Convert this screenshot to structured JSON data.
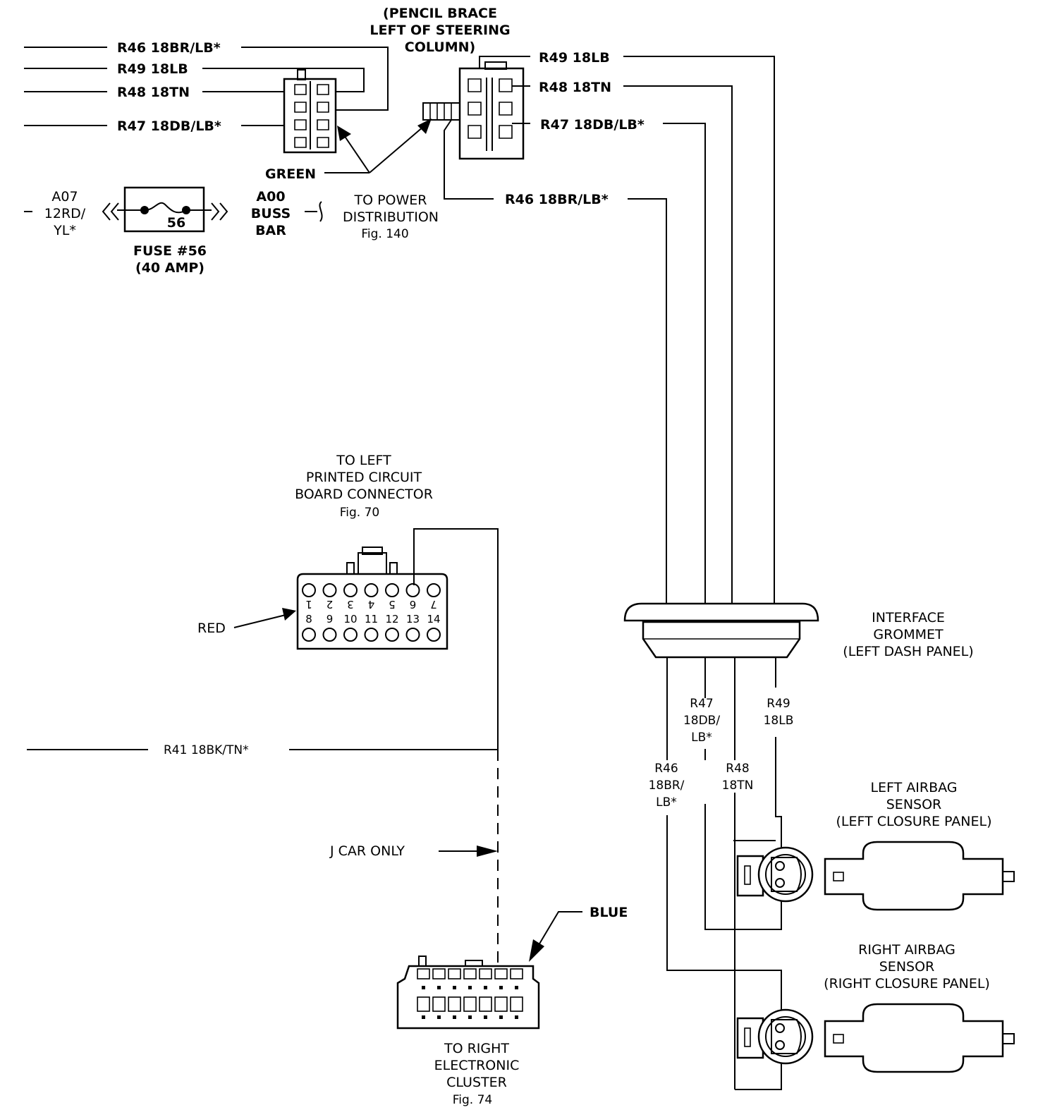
{
  "top_left_wires": {
    "r46": "R46 18BR/LB*",
    "r49": "R49 18LB",
    "r48": "R48 18TN",
    "r47": "R47 18DB/LB*"
  },
  "pencil_brace": [
    "(PENCIL BRACE",
    "LEFT OF STEERING",
    "COLUMN)"
  ],
  "right_wires": {
    "r49": "R49 18LB",
    "r48": "R48 18TN",
    "r47": "R47 18DB/LB*",
    "r46": "R46 18BR/LB*"
  },
  "green_label": "GREEN",
  "a07": [
    "A07",
    "12RD/",
    "YL*"
  ],
  "fuse_number": "56",
  "fuse_label": [
    "FUSE #56",
    "(40 AMP)"
  ],
  "a00": [
    "A00",
    "BUSS",
    "BAR"
  ],
  "power_dist": [
    "TO POWER",
    "DISTRIBUTION",
    "Fig. 140"
  ],
  "left_pcb": [
    "TO LEFT",
    "PRINTED CIRCUIT",
    "BOARD CONNECTOR",
    "Fig. 70"
  ],
  "pcb_pins_top": [
    "1",
    "2",
    "3",
    "4",
    "5",
    "6",
    "7"
  ],
  "pcb_pins_bottom": [
    "8",
    "9",
    "10",
    "11",
    "12",
    "13",
    "14"
  ],
  "red_label": "RED",
  "r41": "R41 18BK/TN*",
  "j_car": "J CAR ONLY",
  "blue_label": "BLUE",
  "right_cluster": [
    "TO RIGHT",
    "ELECTRONIC",
    "CLUSTER",
    "Fig. 74"
  ],
  "grommet": [
    "INTERFACE",
    "GROMMET",
    "(LEFT DASH PANEL)"
  ],
  "lower_wires": {
    "r47": [
      "R47",
      "18DB/",
      "LB*"
    ],
    "r49": [
      "R49",
      "18LB"
    ],
    "r46": [
      "R46",
      "18BR/",
      "LB*"
    ],
    "r48": [
      "R48",
      "18TN"
    ]
  },
  "left_sensor": [
    "LEFT AIRBAG",
    "SENSOR",
    "(LEFT CLOSURE PANEL)"
  ],
  "right_sensor": [
    "RIGHT AIRBAG",
    "SENSOR",
    "(RIGHT CLOSURE PANEL)"
  ]
}
